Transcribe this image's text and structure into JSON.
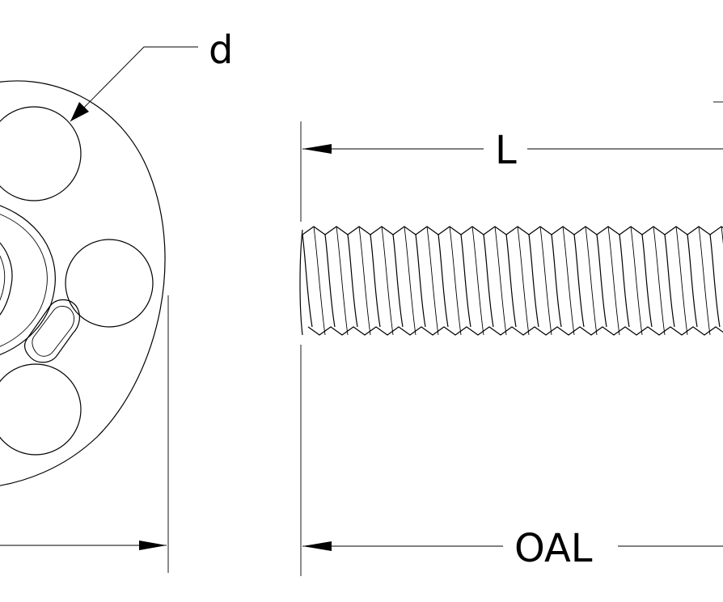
{
  "drawing": {
    "labels": {
      "diameter": "d",
      "thread_length": "L",
      "overall_length": "OAL"
    },
    "colors": {
      "ink": "#000000",
      "paper": "#ffffff"
    }
  }
}
